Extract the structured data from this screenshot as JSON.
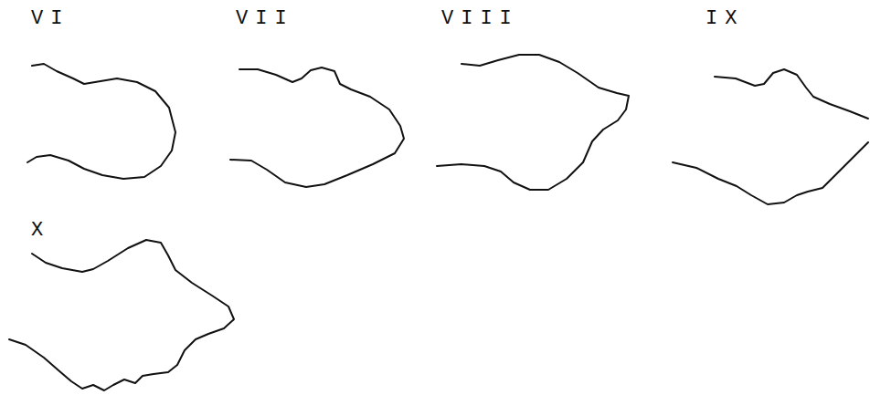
{
  "diagram": {
    "labels": [
      "VI",
      "VII",
      "VIII",
      "IX",
      "X"
    ]
  }
}
